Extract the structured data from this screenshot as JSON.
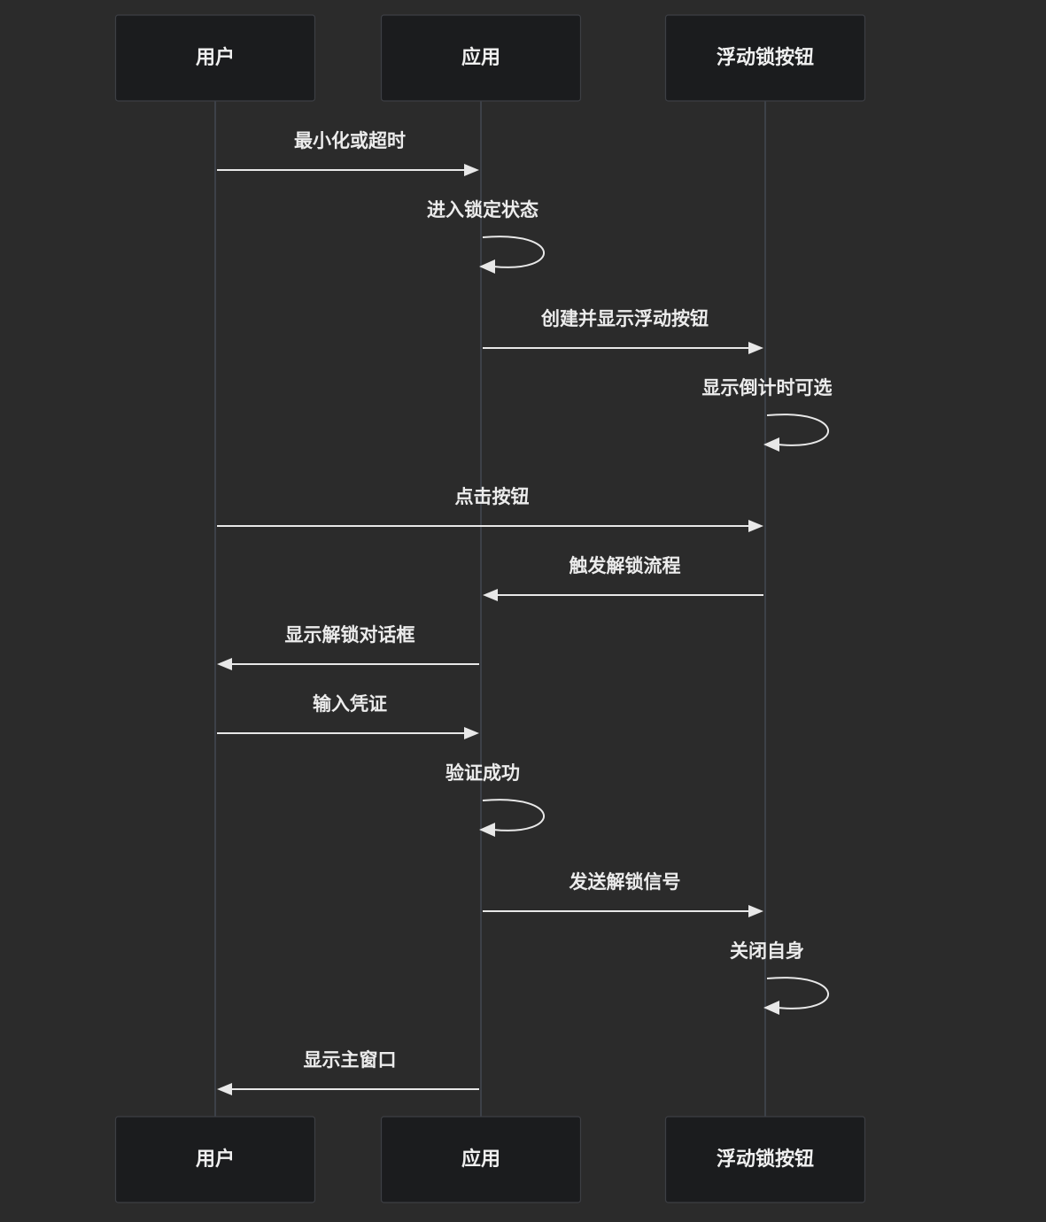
{
  "participants": [
    {
      "id": "user",
      "label": "用户"
    },
    {
      "id": "app",
      "label": "应用"
    },
    {
      "id": "button",
      "label": "浮动锁按钮"
    }
  ],
  "messages": [
    {
      "from": "user",
      "to": "app",
      "label": "最小化或超时"
    },
    {
      "from": "app",
      "to": "app",
      "label": "进入锁定状态"
    },
    {
      "from": "app",
      "to": "button",
      "label": "创建并显示浮动按钮"
    },
    {
      "from": "button",
      "to": "button",
      "label": "显示倒计时可选"
    },
    {
      "from": "user",
      "to": "button",
      "label": "点击按钮"
    },
    {
      "from": "button",
      "to": "app",
      "label": "触发解锁流程"
    },
    {
      "from": "app",
      "to": "user",
      "label": "显示解锁对话框"
    },
    {
      "from": "user",
      "to": "app",
      "label": "输入凭证"
    },
    {
      "from": "app",
      "to": "app",
      "label": "验证成功"
    },
    {
      "from": "app",
      "to": "button",
      "label": "发送解锁信号"
    },
    {
      "from": "button",
      "to": "button",
      "label": "关闭自身"
    },
    {
      "from": "app",
      "to": "user",
      "label": "显示主窗口"
    }
  ]
}
